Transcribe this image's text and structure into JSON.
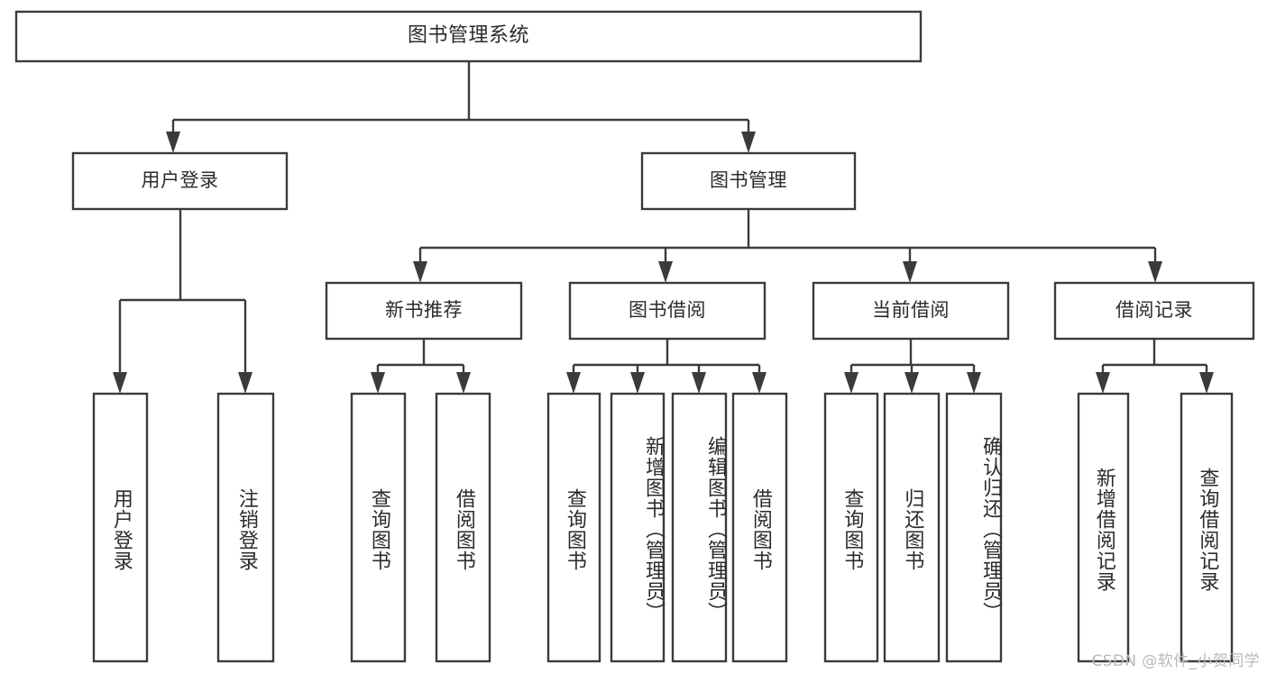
{
  "diagram": {
    "type": "tree-hierarchy-chart",
    "title": "图书管理系统",
    "watermark": "CSDN @软件_小贺同学",
    "colors": {
      "stroke": "#3b3b3b",
      "fill": "#ffffff",
      "text": "#2b2b2b",
      "watermark": "#b9b9b9",
      "background": "#ffffff"
    },
    "levels": [
      {
        "level": 1,
        "nodes": [
          {
            "id": "root",
            "label": "图书管理系统",
            "orientation": "horizontal"
          }
        ]
      },
      {
        "level": 2,
        "nodes": [
          {
            "id": "user-login",
            "label": "用户登录",
            "orientation": "horizontal",
            "parent": "root"
          },
          {
            "id": "book-manage",
            "label": "图书管理",
            "orientation": "horizontal",
            "parent": "root"
          }
        ]
      },
      {
        "level": 3,
        "nodes": [
          {
            "id": "new-book-rec",
            "label": "新书推荐",
            "orientation": "horizontal",
            "parent": "book-manage"
          },
          {
            "id": "book-borrow",
            "label": "图书借阅",
            "orientation": "horizontal",
            "parent": "book-manage"
          },
          {
            "id": "current-borrow",
            "label": "当前借阅",
            "orientation": "horizontal",
            "parent": "book-manage"
          },
          {
            "id": "borrow-record",
            "label": "借阅记录",
            "orientation": "horizontal",
            "parent": "book-manage"
          }
        ]
      },
      {
        "level": 4,
        "nodes": [
          {
            "id": "leaf-user-login",
            "label": "用户登录",
            "orientation": "vertical",
            "parent": "user-login"
          },
          {
            "id": "leaf-logout",
            "label": "注销登录",
            "orientation": "vertical",
            "parent": "user-login"
          },
          {
            "id": "leaf-query-book-1",
            "label": "查询图书",
            "orientation": "vertical",
            "parent": "new-book-rec"
          },
          {
            "id": "leaf-borrow-book-1",
            "label": "借阅图书",
            "orientation": "vertical",
            "parent": "new-book-rec"
          },
          {
            "id": "leaf-query-book-2",
            "label": "查询图书",
            "orientation": "vertical",
            "parent": "book-borrow"
          },
          {
            "id": "leaf-add-book",
            "label": "新增图书（管理员）",
            "orientation": "vertical",
            "parent": "book-borrow"
          },
          {
            "id": "leaf-edit-book",
            "label": "编辑图书（管理员）",
            "orientation": "vertical",
            "parent": "book-borrow"
          },
          {
            "id": "leaf-borrow-book-2",
            "label": "借阅图书",
            "orientation": "vertical",
            "parent": "book-borrow"
          },
          {
            "id": "leaf-query-book-3",
            "label": "查询图书",
            "orientation": "vertical",
            "parent": "current-borrow"
          },
          {
            "id": "leaf-return-book",
            "label": "归还图书",
            "orientation": "vertical",
            "parent": "current-borrow"
          },
          {
            "id": "leaf-confirm-return",
            "label": "确认归还（管理员）",
            "orientation": "vertical",
            "parent": "current-borrow"
          },
          {
            "id": "leaf-add-record",
            "label": "新增借阅记录",
            "orientation": "vertical",
            "parent": "borrow-record"
          },
          {
            "id": "leaf-query-record",
            "label": "查询借阅记录",
            "orientation": "vertical",
            "parent": "borrow-record"
          }
        ]
      }
    ]
  }
}
